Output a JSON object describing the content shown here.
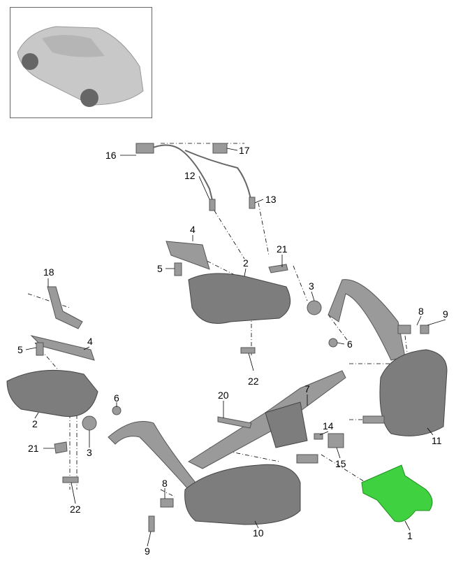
{
  "diagram": {
    "labels": {
      "l16": "16",
      "l17": "17",
      "l12": "12",
      "l13": "13",
      "l4a": "4",
      "l21a": "21",
      "l5a": "5",
      "l2a": "2",
      "l3a": "3",
      "l8a": "8",
      "l9a": "9",
      "l6a": "6",
      "l18": "18",
      "l22a": "22",
      "l4b": "4",
      "l5b": "5",
      "l7": "7",
      "l20": "20",
      "l6b": "6",
      "l14": "14",
      "l11": "11",
      "l2b": "2",
      "l21b": "21",
      "l3b": "3",
      "l15": "15",
      "l8b": "8",
      "l10": "10",
      "l1": "1",
      "l22b": "22",
      "l9b": "9"
    },
    "colors": {
      "highlight": "#3fd13f",
      "part": "#9a9a9a"
    }
  }
}
